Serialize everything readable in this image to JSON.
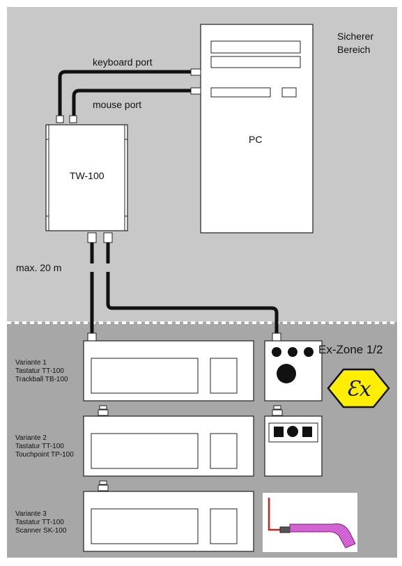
{
  "safe_zone": {
    "label_line1": "Sicherer",
    "label_line2": "Bereich"
  },
  "ex_zone": {
    "label": "Ex-Zone 1/2"
  },
  "pc": {
    "label": "PC"
  },
  "interface_box": {
    "label": "TW-100"
  },
  "ports": {
    "keyboard": "keyboard port",
    "mouse": "mouse port"
  },
  "cable": {
    "max_length": "max. 20 m"
  },
  "variants": [
    {
      "line1": "Variante 1",
      "line2": "Tastatur TT-100",
      "line3": "Trackball TB-100"
    },
    {
      "line1": "Variante 2",
      "line2": "Tastatur TT-100",
      "line3": "Touchpoint TP-100"
    },
    {
      "line1": "Variante 3",
      "line2": "Tastatur TT-100",
      "line3": "Scanner SK-100"
    }
  ],
  "colors": {
    "safe_bg": "#c8c8c8",
    "ex_bg": "#a7a7a7",
    "ex_symbol_fill": "#ffee00",
    "scanner_fill": "#e070e0"
  },
  "icons": {
    "ex_symbol": "atex-ex-hexagon-icon"
  }
}
